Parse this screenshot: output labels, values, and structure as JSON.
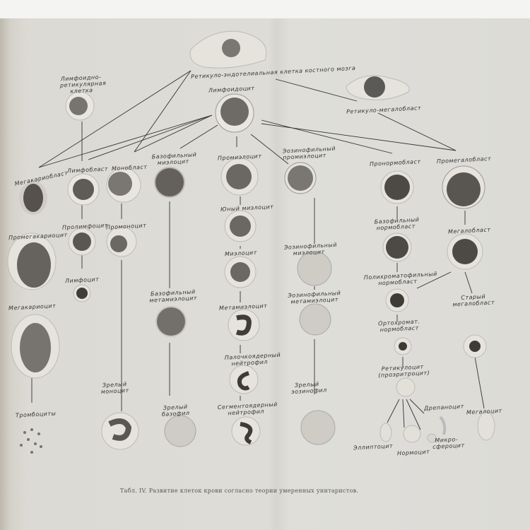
{
  "diagram": {
    "caption": "Табл. IV. Развитие клеток крови согласно теории умеренных унитаристов.",
    "labels": {
      "reticulo_endothelial": "Ретикуло-эндотелиальная клетка костного мозга",
      "lymphoid_reticular": "Лимфоидно-ретикулярная клетка",
      "lymphoidocyte": "Лимфоидоцит",
      "reticulo_megaloblast": "Ретикуло-мегалобласт",
      "megakaryoblast": "Мегакариобласт",
      "lymphoblast": "Лимфобласт",
      "monoblast": "Монобласт",
      "basophilic_myelocyte": "Базофильный миэлоцит",
      "promyelocyte": "Промиэлоцит",
      "eosinophilic_promyelocyte": "Эозинофильный промиэлоцит",
      "pronormoblast": "Пронормобласт",
      "promegaloblast": "Промегалобласт",
      "promegakaryocyte": "Промегакариоцит",
      "prolymphocyte": "Пролимфоцит",
      "promonocyte": "Промоноцит",
      "young_myelocyte": "Юный миэлоцит",
      "basophilic_normoblast": "Базофильный нормобласт",
      "megaloblast": "Мегалобласт",
      "myelocyte": "Миэлоцит",
      "eosinophilic_myelocyte": "Эозинофильный миэлоцит",
      "lymphocyte": "Лимфоцит",
      "polychromatophilic_normoblast": "Полихроматофильный нормобласт",
      "megakaryocyte": "Мегакариоцит",
      "basophilic_metamyelocyte": "Базофильный метамиэлоцит",
      "metamyelocyte": "Метамиэлоцит",
      "eosinophilic_metamyelocyte": "Эозинофильный метамиэлоцит",
      "old_megaloblast": "Старый мегалобласт",
      "orthochromatic_normoblast": "Ортохромат. нормобласт",
      "band_neutrophil": "Палочкоядерный нейтрофил",
      "reticulocyte": "Ретикулоцит (проэритроцит)",
      "segmented_neutrophil": "Сегментоядерный нейтрофил",
      "mature_monocyte": "Зрелый моноцит",
      "mature_basophil": "Зрелый базофил",
      "mature_eosinophil": "Зрелый эозинофил",
      "thrombocytes": "Тромбоциты",
      "drepanocyte": "Дрепаноцит",
      "megalocyte": "Мегалоцит",
      "elliptocyte": "Эллиптоцит",
      "normocyte": "Нормоцит",
      "microspherocyte": "Микро-сфероцит"
    }
  }
}
